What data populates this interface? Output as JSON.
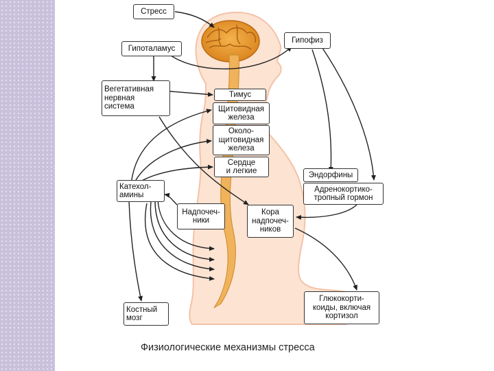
{
  "labels": {
    "stress": "Стресс",
    "hypothalamus": "Гипоталамус",
    "pituitary": "Гипофиз",
    "autonomic": "Вегетативная\nнервная\nсистема",
    "thymus": "Тимус",
    "thyroid": "Щитовидная\nжелеза",
    "parathyroid": "Около-\nщитовидная\nжелеза",
    "heart_lungs": "Сердце\nи легкие",
    "endorphins": "Эндорфины",
    "acth": "Адренокортико-\nтропный гормон",
    "catecholamines": "Катехол-\nамины",
    "adrenal_medulla": "Надпочеч-\nники",
    "adrenal_cortex": "Кора\nнадпочеч-\nников",
    "bone_marrow": "Костный\nмозг",
    "glucocorticoids": "Глюкокорти-\nкоиды, включая\nкортизол"
  },
  "caption": "Физиологические механизмы стресса",
  "colors": {
    "body_fill": "#fde3d2",
    "body_outline": "#f3c2a8",
    "brain": "#e99a2c",
    "spine": "#f0b25a",
    "arrow": "#222222",
    "sidebar": "#c9c0dc"
  }
}
